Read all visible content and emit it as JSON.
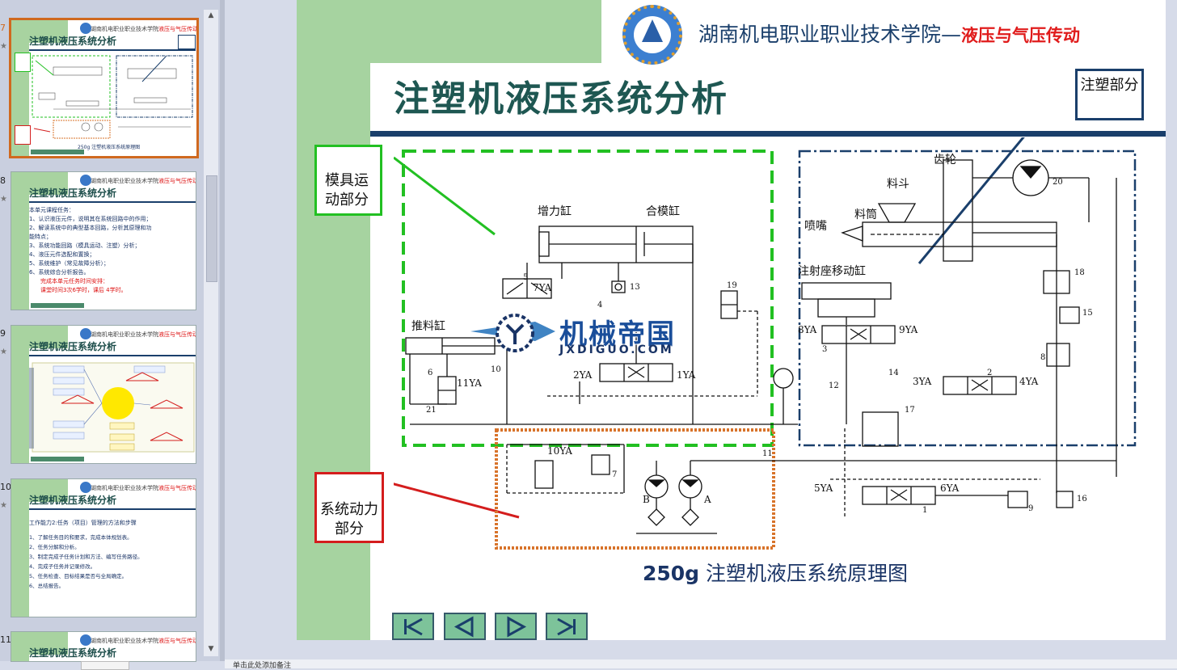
{
  "thumbnails": [
    {
      "number": "7",
      "selected": true,
      "header": "湖南机电职业职业技术学院",
      "header_red": "液压与气压传动",
      "title": "注塑机液压系统分析",
      "body": [],
      "caption": "250g 注塑机液压系统原理图"
    },
    {
      "number": "8",
      "selected": false,
      "header": "湖南机电职业职业技术学院",
      "header_red": "液压与气压传动",
      "title": "注塑机液压系统分析",
      "body": [
        "本单元课程任务：",
        "1、认识液压元件，说明其在系统回路中的作用；",
        "2、解读系统中的典型基本回路，分析其原理和功",
        "   能特点；",
        "3、系统功能回路（模具运动、注塑）分析；",
        "4、液压元件选配和置换；",
        "5、系统维护（常见故障分析）；",
        "6、系统综合分析报告。"
      ],
      "body_red": [
        "完成本单元任务时间安排：",
        "课堂时间3次6学时，课后 4学时。"
      ]
    },
    {
      "number": "9",
      "selected": false,
      "header": "湖南机电职业职业技术学院",
      "header_red": "液压与气压传动",
      "title": "注塑机液压系统分析",
      "body": [],
      "body_red": []
    },
    {
      "number": "10",
      "selected": false,
      "header": "湖南机电职业职业技术学院",
      "header_red": "液压与气压传动",
      "title": "注塑机液压系统分析",
      "body": [
        "工作能力2:任务（项目）管理的方法和步骤",
        "1、了解任务目的和要求，完成本体规划表。",
        "2、任务分解和分析。",
        "3、制定完成子任务计划和方法、编写任务路径。",
        "4、完成子任务并记录修改。",
        "5、任务检查、目标结果是否与全局确定。",
        "6、总结报告。"
      ],
      "body_red": []
    },
    {
      "number": "11",
      "selected": false,
      "header": "湖南机电职业职业技术学院",
      "header_red": "液压与气压传动",
      "title": "注塑机液压系统分析",
      "body": [],
      "body_red": []
    }
  ],
  "slide": {
    "school_name": "湖南机电职业职业技术学院",
    "dash": "—",
    "course_name": "液压与气压传动",
    "title": "注塑机液压系统分析",
    "callouts": {
      "injection": "注塑部分",
      "mold": "模具运动部分",
      "power": "系统动力部分"
    },
    "caption_bold": "250g",
    "caption_rest": " 注塑机液压系统原理图",
    "watermark_text": "机械帝国",
    "watermark_url": "JXDIGUO.COM",
    "diagram_labels": {
      "booster_cyl": "增力缸",
      "clamp_cyl": "合模缸",
      "ejector_cyl": "推料缸",
      "gear": "齿轮",
      "hopper": "料斗",
      "barrel": "料筒",
      "nozzle": "喷嘴",
      "inject_seat_cyl": "注射座移动缸",
      "v1ya": "1YA",
      "v2ya": "2YA",
      "v3ya": "3YA",
      "v4ya": "4YA",
      "v5ya": "5YA",
      "v6ya": "6YA",
      "v7ya": "7YA",
      "v8ya": "8YA",
      "v9ya": "9YA",
      "v10ya": "10YA",
      "v11ya": "11YA",
      "pump_a": "A",
      "pump_b": "B",
      "n1": "1",
      "n2": "2",
      "n3": "3",
      "n4": "4",
      "n5": "5",
      "n6": "6",
      "n7": "7",
      "n8": "8",
      "n9": "9",
      "n10": "10",
      "n11": "11",
      "n12": "12",
      "n13": "13",
      "n14": "14",
      "n15": "15",
      "n16": "16",
      "n17": "17",
      "n18": "18",
      "n19": "19",
      "n20": "20",
      "n21": "21"
    }
  },
  "notes_placeholder": "单击此处添加备注",
  "colors": {
    "slide_green": "#a6d3a0",
    "title_teal": "#1e5752",
    "navy": "#1a3f6b",
    "mold_box": "#22c022",
    "power_box": "#d41d1d",
    "injection_box": "#1a3f6b",
    "selected_border": "#d0691f"
  }
}
